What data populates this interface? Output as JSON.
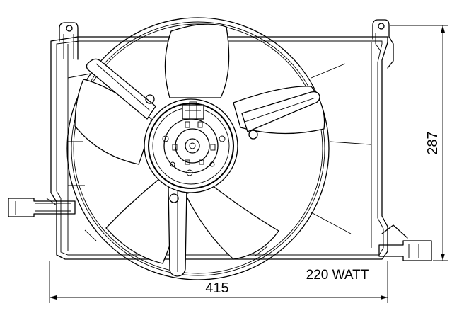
{
  "dimensions": {
    "width_label": "415",
    "height_label": "287",
    "power_label": "220 WATT"
  }
}
